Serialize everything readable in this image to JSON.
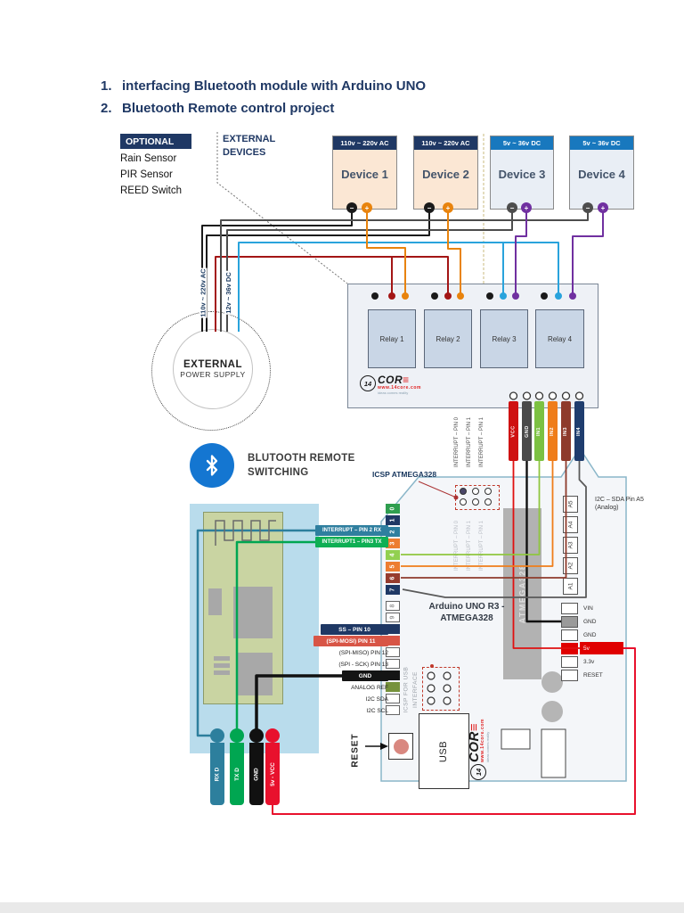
{
  "titles": [
    {
      "num": "1.",
      "text": "interfacing Bluetooth module with Arduino UNO"
    },
    {
      "num": "2.",
      "text": "Bluetooth Remote control project"
    }
  ],
  "optional": {
    "header": "OPTIONAL",
    "items": [
      "Rain Sensor",
      "PIR Sensor",
      "REED Switch"
    ]
  },
  "external_devices": {
    "line1": "EXTERNAL",
    "line2": "DEVICES"
  },
  "devices": [
    {
      "header": "110v ~ 220v AC",
      "name": "Device 1",
      "neg": "−",
      "pos": "+"
    },
    {
      "header": "110v ~ 220v AC",
      "name": "Device 2",
      "neg": "−",
      "pos": "+"
    },
    {
      "header": "5v ~ 36v DC",
      "name": "Device 3",
      "neg": "−",
      "pos": "+"
    },
    {
      "header": "5v ~ 36v DC",
      "name": "Device 4",
      "neg": "−",
      "pos": "+"
    }
  ],
  "relay_board": {
    "relays": [
      "Relay 1",
      "Relay 2",
      "Relay 3",
      "Relay 4"
    ],
    "connector_pins": [
      "VCC",
      "GND",
      "IN1",
      "IN2",
      "IN3",
      "IN4"
    ]
  },
  "power_supply": {
    "line1": "EXTERNAL",
    "line2": "POWER SUPPLY",
    "ac_label": "110v ~ 220v AC",
    "dc_label": "12v ~ 36v DC"
  },
  "bluetooth": {
    "line1": "BLUTOOTH REMOTE",
    "line2": "SWITCHING"
  },
  "hc05_pins": [
    "RX D",
    "TX D",
    "GND",
    "5v - VCC"
  ],
  "arduino": {
    "icsp_label": "ICSP ATMEGA328",
    "interrupt_top_labels": [
      "INTERRUPT – PIN 0",
      "INTERRUPT – PIN 1",
      "INTERRUPT – PIN 1"
    ],
    "pin2_label": "INTERRUPT – PIN 2 RX",
    "pin3_label": "INTERRUPT1 – PIN3 TX",
    "digital_pins": [
      "0",
      "1",
      "2",
      "3",
      "4",
      "5",
      "6",
      "7",
      "8",
      "9",
      "",
      "",
      "",
      "",
      "",
      "",
      "",
      ""
    ],
    "left_labels": [
      "SS – PIN 10",
      "(SPI-MOSI) PIN 11",
      "(SPI-MISO) PIN 12",
      "(SPI - SCK) PIN 13",
      "GND",
      "ANALOG REF",
      "I2C SDA",
      "I2C SCL"
    ],
    "icsp_usb": {
      "line1": "ICSP FOR USB",
      "line2": "INTERFACE"
    },
    "title1": "Arduino UNO R3 -",
    "title2": "ATMEGA328",
    "chip": "ATMEGA328",
    "analog_pins": [
      "A5",
      "A4",
      "A3",
      "A2",
      "A1"
    ],
    "power_pins": [
      "VIN",
      "GND",
      "GND",
      "5v",
      "3.3v",
      "RESET"
    ],
    "i2c_note": {
      "line1": "I2C – SDA Pin A5",
      "line2": "(Analog)"
    },
    "reset_label": "RESET",
    "usb_label": "USB"
  },
  "logo": {
    "circle": "14",
    "cor": "COR",
    "e": "≡",
    "url": "www.14core.com",
    "tagline": "ideas comes reality"
  },
  "colors": {
    "navy": "#1f3864",
    "dc_header_blue": "#1878be",
    "ac_body": "#fbe7d4",
    "dc_body": "#e9eef5",
    "wire_dark_red": "#a31515",
    "wire_orange": "#e8830d",
    "wire_purple": "#7030a0",
    "wire_light_blue": "#29a3dc",
    "wire_teal": "#2d7f9d",
    "wire_green": "#00a651",
    "vcc_red": "#e8112d",
    "bluetooth_blue": "#1476d1",
    "brand_red": "#e02020"
  }
}
